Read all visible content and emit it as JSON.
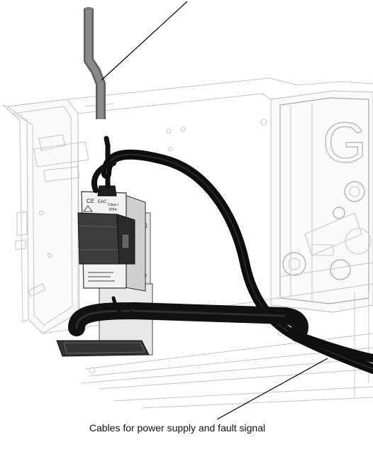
{
  "callouts": {
    "bottom": "Cables for power supply and fault signal"
  },
  "colors": {
    "cable": "#111111",
    "metal_rod": "#767676",
    "frame_line": "#c9c9c9",
    "device_body": "#4a4a4a"
  },
  "device_label_text": [
    "CE",
    "EAC",
    "Class I",
    "IP54"
  ],
  "logo_glyph": "G"
}
